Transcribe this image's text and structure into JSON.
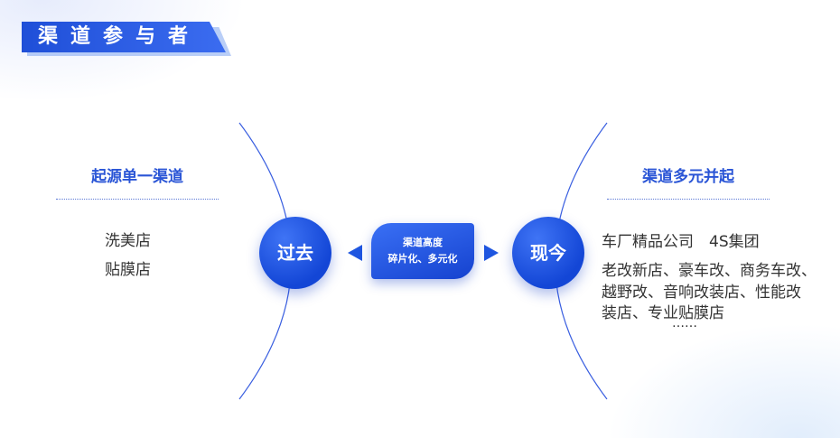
{
  "title": "渠道参与者",
  "left": {
    "heading": "起源单一渠道",
    "items": [
      "洗美店",
      "贴膜店"
    ]
  },
  "right": {
    "heading": "渠道多元并起",
    "line1": "车厂精品公司　4S集团",
    "line2": "老改新店、豪车改、商务车改、",
    "line3": "越野改、音响改装店、性能改",
    "line4": "装店、专业贴膜店",
    "ellipsis": "……"
  },
  "past_label": "过去",
  "now_label": "现今",
  "center": {
    "line1": "渠道高度",
    "line2": "碎片化、多元化"
  },
  "colors": {
    "accent": "#1f4fd8",
    "heading": "#2a55d6",
    "line": "#3a5fe0"
  }
}
